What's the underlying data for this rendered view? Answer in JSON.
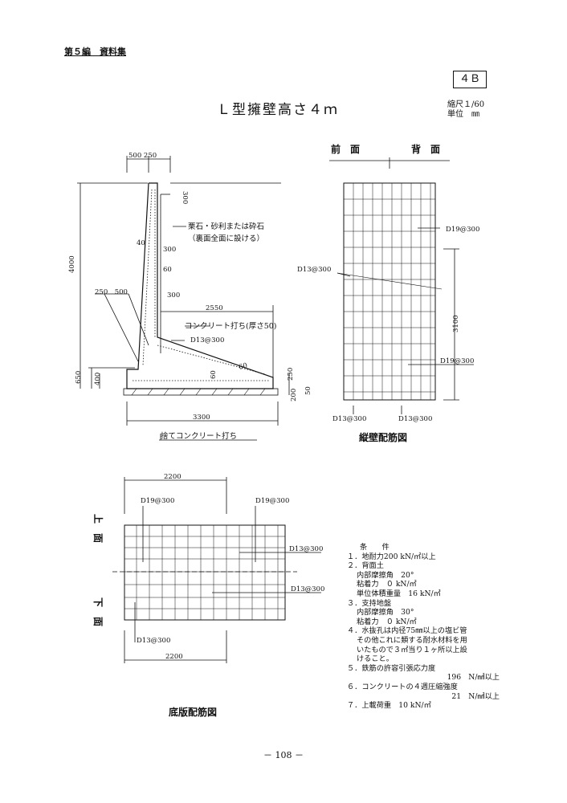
{
  "header": {
    "section": "第５編　資料集"
  },
  "tag": "４Ｂ",
  "title": "Ｌ型擁壁高さ４ｍ",
  "scale": {
    "line1": "縮尺１/60",
    "line2": "単位　㎜"
  },
  "section_view": {
    "dims": {
      "top_500_250": "500 250",
      "d300_top": "300",
      "d300_mid": "300",
      "d60_top": "60",
      "d40": "40",
      "d4000": "4000",
      "d300_low": "300",
      "d250_500": "250　500",
      "d2550": "2550",
      "d60_slope": "60",
      "d60_small": "60",
      "d650": "650",
      "d400": "400",
      "d250_right": "250",
      "d200": "200",
      "d50": "50",
      "d3300": "3300"
    },
    "notes": {
      "gravel_1": "栗石・砂利または砕石",
      "gravel_2": "（裏面全面に設ける）",
      "concrete": "コンクリート打ち(厚さ50)",
      "d13": "D13@300",
      "leveling": "捨てコンクリート打ち"
    }
  },
  "wall_rebar": {
    "front": "前　面",
    "back": "背　面",
    "labels": {
      "d19_top": "D19@300",
      "d13_left": "D13@300",
      "d3100": "3100",
      "d19_low": "D19@300",
      "d13_bl": "D13@300",
      "d13_br": "D13@300"
    },
    "caption": "縦壁配筋図"
  },
  "base_rebar": {
    "dim_top": "2200",
    "dim_bottom": "2200",
    "upper": "上　面",
    "lower": "下　面",
    "labels": {
      "d19_l": "D19@300",
      "d19_r": "D19@300",
      "d13_1": "D13@300",
      "d13_2": "D13@300",
      "d13_bl": "D13@300"
    },
    "caption": "底版配筋図"
  },
  "conditions": {
    "heading": "条　　件",
    "lines": [
      "１．地耐力200 kN/㎡以上",
      "２．背面土",
      "内部摩擦角　20°",
      "粘着力　０ kN/㎡",
      "単位体積重量　16 kN/㎥",
      "３．支持地盤",
      "内部摩擦角　30°",
      "粘着力　０ kN/㎡",
      "４．水抜孔は内径75㎜以上の塩ビ管",
      "その他これに類する耐水材料を用",
      "いたもので３㎡当り１ヶ所以上設",
      "けること。",
      "５．鉄筋の許容引張応力度",
      "196　N/㎟以上",
      "６．コンクリートの４週圧縮強度",
      "21　N/㎟以上",
      "７．上載荷重　10 kN/㎡"
    ]
  },
  "page_number": "－ 108 －"
}
